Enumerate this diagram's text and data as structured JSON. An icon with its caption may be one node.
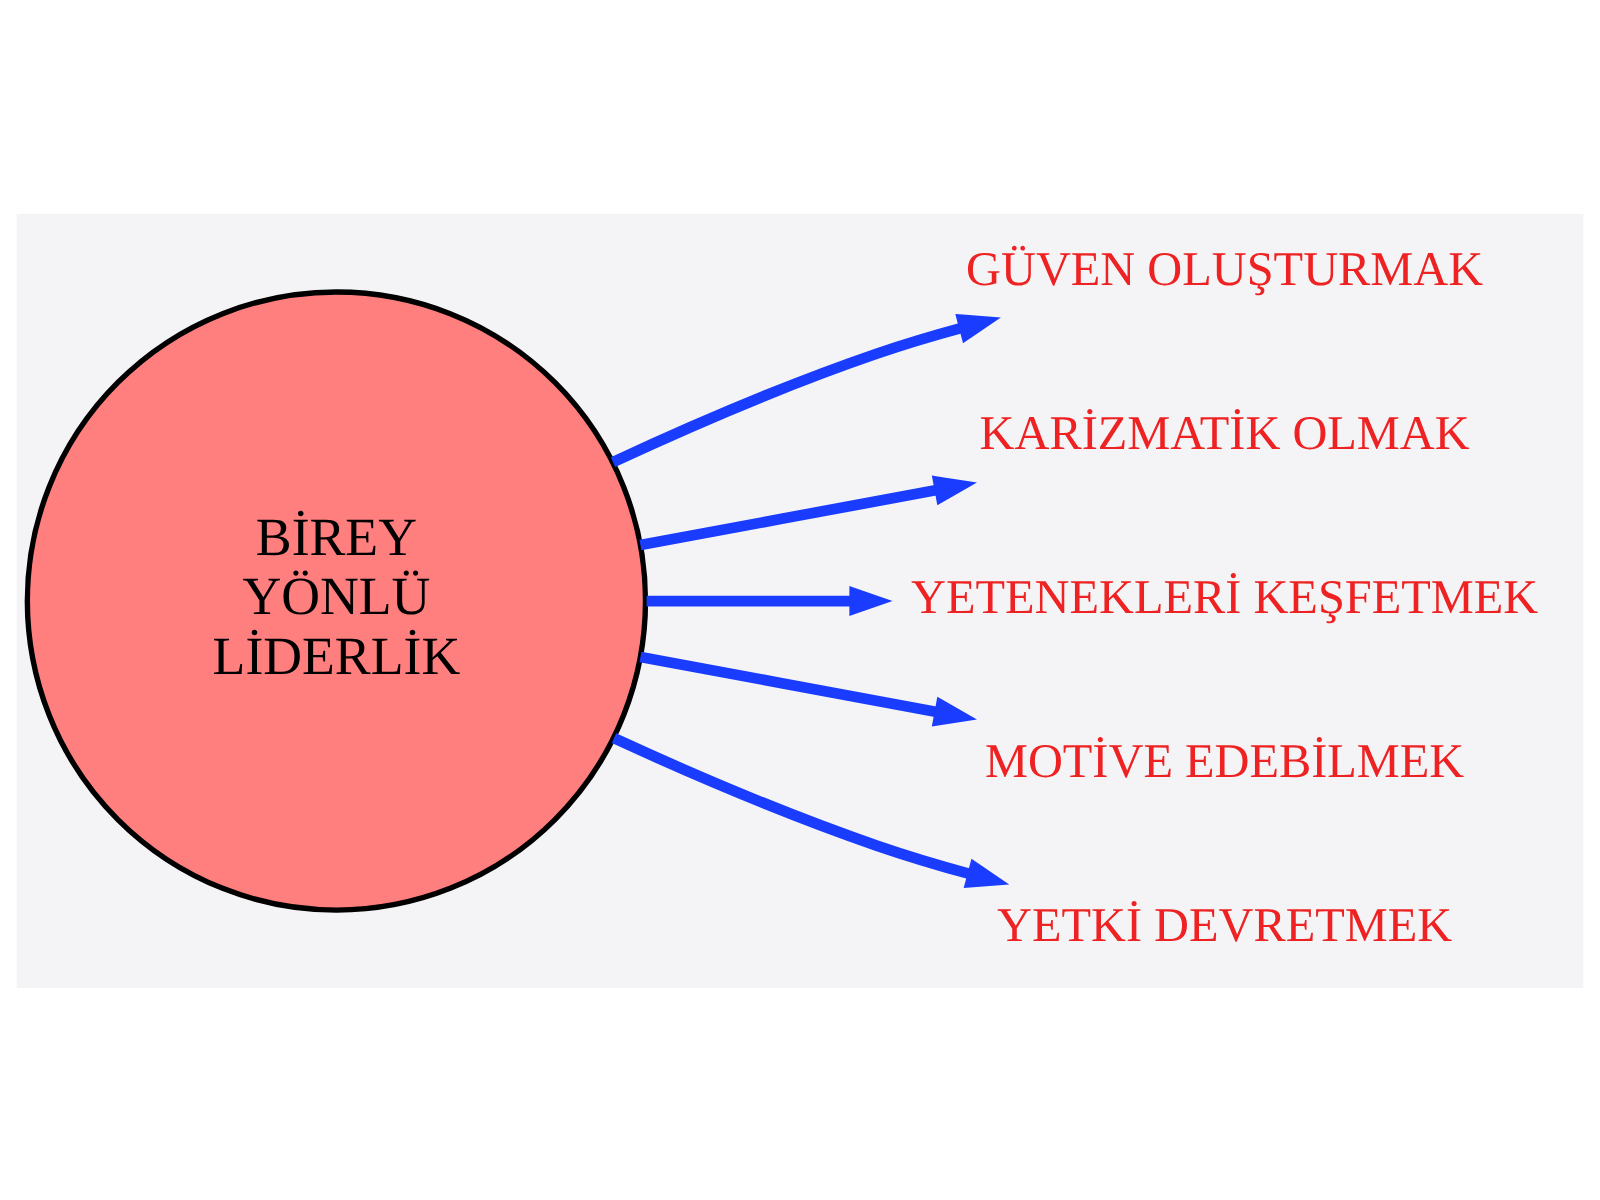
{
  "diagram": {
    "nodes": [
      {
        "text": [
          "BİREY YÖNLÜ LİDERLİK"
        ]
      },
      {
        "text": [
          "GÜVEN OLUŞTURMAK"
        ]
      },
      {
        "text": [
          "KARİZMATİK OLMAK"
        ]
      },
      {
        "text": [
          "YETENEKLERİ KEŞFETMEK"
        ]
      },
      {
        "text": [
          "MOTİVE EDEBİLMEK"
        ]
      },
      {
        "text": [
          "YETKİ DEVRETMEK"
        ]
      }
    ],
    "edges": [
      {
        "from": 0,
        "to": 1,
        "arrow": "to"
      },
      {
        "from": 0,
        "to": 2,
        "arrow": "to"
      },
      {
        "from": 0,
        "to": 3,
        "arrow": "to"
      },
      {
        "from": 0,
        "to": 4,
        "arrow": "to"
      },
      {
        "from": 0,
        "to": 5,
        "arrow": "to"
      }
    ]
  }
}
